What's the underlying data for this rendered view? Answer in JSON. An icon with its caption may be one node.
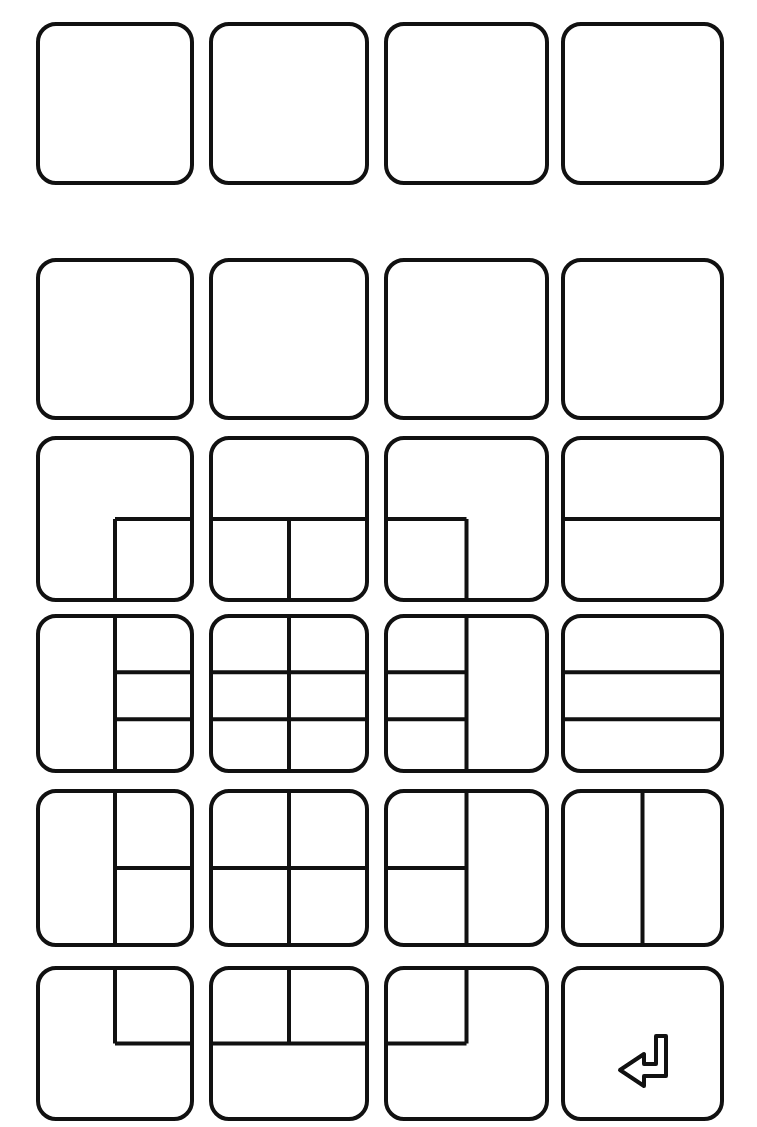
{
  "diagram": {
    "nodes": [
      {
        "text": [],
        "shape": "box"
      },
      {
        "text": [],
        "shape": "box"
      },
      {
        "text": [],
        "shape": "box"
      },
      {
        "text": [],
        "shape": "box"
      },
      {
        "text": [],
        "shape": "box"
      },
      {
        "text": [],
        "shape": "box"
      },
      {
        "text": [],
        "shape": "box"
      },
      {
        "text": [],
        "shape": "box"
      },
      {
        "text": [],
        "shape": "box"
      },
      {
        "text": [],
        "shape": "box"
      },
      {
        "text": [],
        "shape": "box"
      },
      {
        "text": [],
        "shape": "box"
      },
      {
        "text": [],
        "shape": "box"
      },
      {
        "text": [],
        "shape": "box"
      },
      {
        "text": [],
        "shape": "box"
      },
      {
        "text": [],
        "shape": "box"
      },
      {
        "text": [],
        "shape": "box"
      },
      {
        "text": [],
        "shape": "box"
      },
      {
        "text": [],
        "shape": "box"
      },
      {
        "text": [],
        "shape": "box"
      },
      {
        "text": [],
        "shape": "box"
      },
      {
        "text": [],
        "shape": "box"
      },
      {
        "text": [],
        "shape": "box"
      },
      {
        "text": [],
        "shape": "box"
      }
    ]
  }
}
